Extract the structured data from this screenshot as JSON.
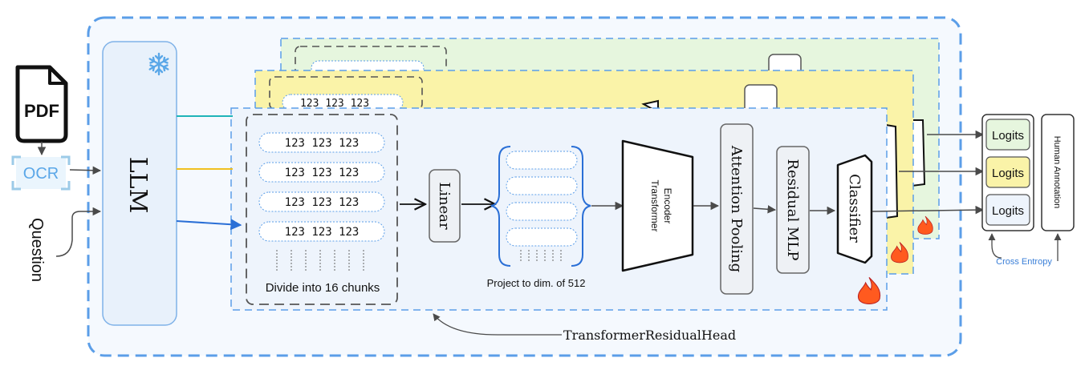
{
  "inputs": {
    "pdf_label": "PDF",
    "ocr_label": "OCR",
    "question_label": "Question"
  },
  "llm": {
    "label": "LLM",
    "frozen_icon": "snowflake-icon"
  },
  "chunks": {
    "token_text": "123 123 123",
    "caption": "Divide into 16 chunks"
  },
  "head": {
    "linear_label": "Linear",
    "project_caption": "Project to dim. of 512",
    "encoder_line1": "Transformer",
    "encoder_line2": "Encoder",
    "attention_label": "Attention Pooling",
    "mlp_label": "Residual MLP",
    "classifier_label": "Classifier",
    "trainable_icon": "fire-icon",
    "name": "TransformerResidualHead"
  },
  "outputs": {
    "logits": [
      "Logits",
      "Logits",
      "Logits"
    ],
    "human_annotation": "Human Annotation",
    "loss_label": "Cross Entropy"
  },
  "colors": {
    "dashed_border": "#5b9ee8",
    "llm_fill": "#e8f1fb",
    "panel_front": "#eef4fc",
    "panel_yellow": "#faf3a8",
    "panel_green": "#e6f6de",
    "cyan_line": "#1fb4b8",
    "yellow_line": "#f0c020",
    "blue_line": "#2a6fd6",
    "loss_text": "#3a7fd8"
  }
}
